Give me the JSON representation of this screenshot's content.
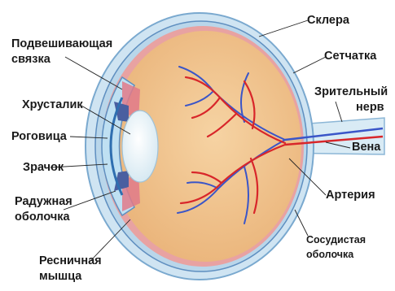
{
  "labels": {
    "sclera": "Склера",
    "suspensory_ligament_line1": "Подвешивающая",
    "suspensory_ligament_line2": "связка",
    "retina": "Сетчатка",
    "lens": "Хрусталик",
    "optic_nerve_line1": "Зрительный",
    "optic_nerve_line2": "нерв",
    "cornea": "Роговица",
    "vein": "Вена",
    "pupil": "Зрачок",
    "artery": "Артерия",
    "iris_line1": "Радужная",
    "iris_line2": "оболочка",
    "choroid_line1": "Сосудистая",
    "choroid_line2": "оболочка",
    "ciliary_muscle_line1": "Ресничная",
    "ciliary_muscle_line2": "мышца"
  },
  "colors": {
    "sclera": "#cfe4f2",
    "sclera_edge": "#7aa9cf",
    "vitreous": "#f2c58e",
    "retina_layer": "#e8a2a2",
    "cornea": "#bfe0f2",
    "lens": "#eef6fa",
    "artery": "#d8262a",
    "vein": "#3a55c8",
    "iris": "#5a6fb0",
    "ciliary": "#e07a8a"
  }
}
